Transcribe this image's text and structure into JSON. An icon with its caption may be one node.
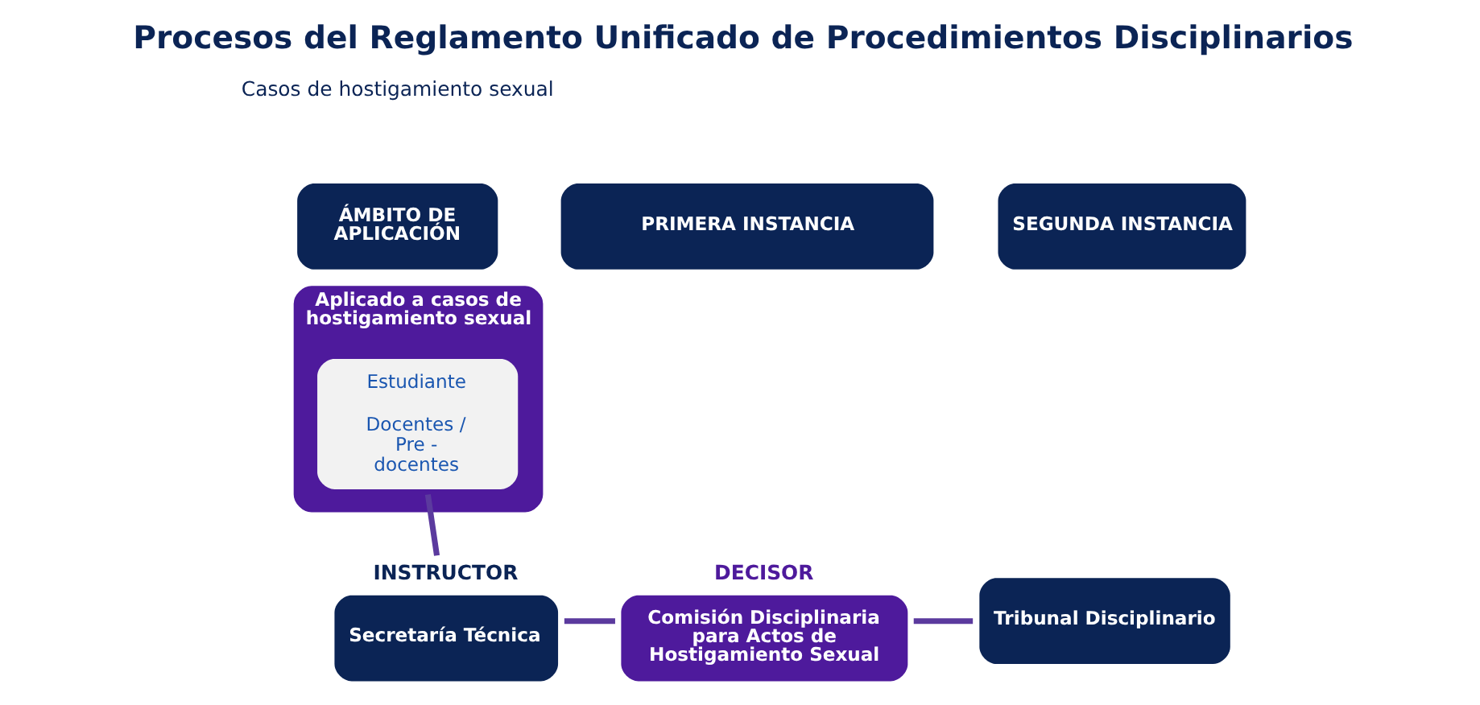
{
  "diagram": {
    "title": "Procesos del Reglamento Unificado de Procedimientos Disciplinarios",
    "nodes": [
      {
        "text": [
          "ÁMBITO DE APLICACIÓN"
        ]
      },
      {
        "text": [
          "PRIMERA INSTANCIA"
        ]
      },
      {
        "text": [
          "SEGUNDA INSTANCIA"
        ]
      },
      {
        "text": [
          "Aplicado a casos de hostigamiento sexual"
        ]
      },
      {
        "text": [
          "Estudiante",
          "Docentes / Pre - docentes"
        ],
        "in": 3
      },
      {
        "text": [
          "Secretaría Técnica"
        ],
        "beside": [
          "INSTRUCTOR"
        ]
      },
      {
        "text": [
          "Comisión Disciplinaria para Actos de Hostigamiento Sexual"
        ],
        "beside": [
          "DECISOR"
        ]
      },
      {
        "text": [
          "Tribunal Disciplinario"
        ]
      }
    ],
    "edges": [
      {
        "from": 4,
        "to": 5,
        "arrow": "none"
      },
      {
        "from": 5,
        "to": 6,
        "arrow": "none"
      },
      {
        "from": 6,
        "to": 7,
        "arrow": "none"
      }
    ],
    "labels": [
      "Casos de hostigamiento sexual"
    ]
  }
}
